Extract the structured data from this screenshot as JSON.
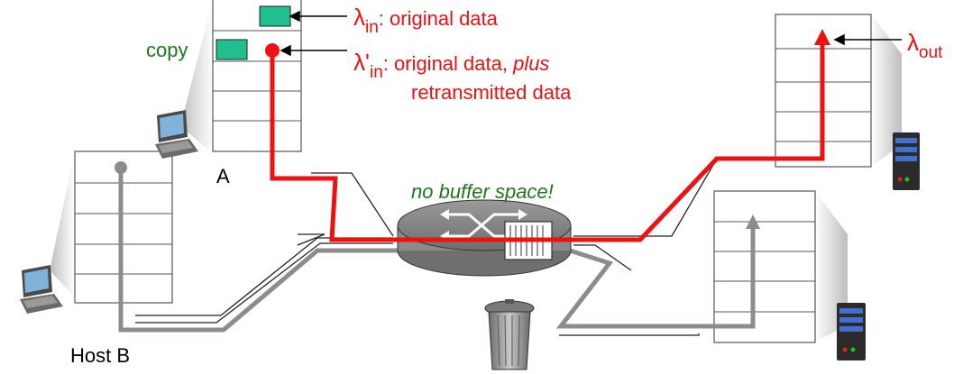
{
  "labels": {
    "lambda_in": "λ",
    "lambda_in_sub": "in",
    "lambda_in_text": ": original data",
    "lambda_in_prime": "λ'",
    "lambda_in_prime_sub": "in",
    "lambda_in_prime_text": ": original data, ",
    "lambda_in_prime_plus": "plus",
    "lambda_in_prime_text2": "retransmitted data",
    "lambda_out": "λ",
    "lambda_out_sub": "out",
    "copy": "copy",
    "host_a": "A",
    "host_b": "Host B",
    "router_note": "no buffer space!"
  },
  "colors": {
    "red_path": "#ee1111",
    "gray_path": "#8c8c8c",
    "green_text": "#1a7a1a",
    "packet_fill": "#1fbf8f",
    "cone_fill": "#c8c8c8"
  },
  "icons": {
    "laptop_a": "laptop-icon",
    "laptop_b": "laptop-icon",
    "server_top": "server-icon",
    "server_bottom": "server-icon",
    "router": "router-icon",
    "trash": "trash-can-icon"
  }
}
